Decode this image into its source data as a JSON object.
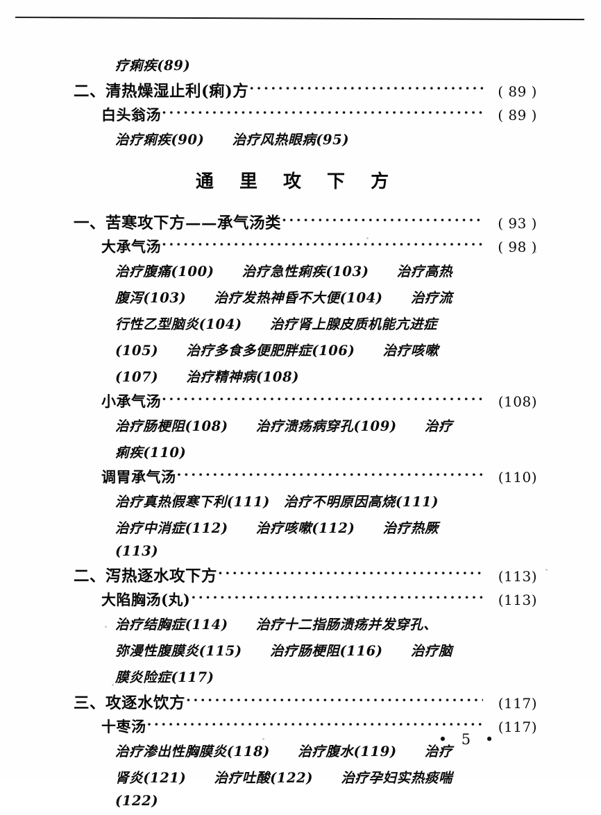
{
  "document": {
    "folio": "•  5  •",
    "chapter_title": "通 里 攻 下 方"
  },
  "toc": {
    "orphan_line": "疗痢疾(89)",
    "entries": [
      {
        "kind": "section",
        "label": "二、清热燥湿止利(痢)方",
        "page": "( 89 )"
      },
      {
        "kind": "formula",
        "label": "白头翁汤",
        "page": "( 89 )"
      },
      {
        "kind": "details",
        "lines": [
          "治疗痢疾(90)　　治疗风热眼病(95)"
        ]
      },
      {
        "kind": "chapter",
        "label": "通 里 攻 下 方"
      },
      {
        "kind": "section",
        "label": "一、苦寒攻下方——承气汤类",
        "page": "( 93 )"
      },
      {
        "kind": "formula",
        "label": "大承气汤",
        "page": "( 98 )"
      },
      {
        "kind": "details",
        "lines": [
          "治疗腹痛(100)　　治疗急性痢疾(103)　　治疗高热",
          "腹泻(103)　　治疗发热神昏不大便(104)　　治疗流",
          "行性乙型脑炎(104)　　治疗肾上腺皮质机能亢进症",
          "(105)　　治疗多食多便肥胖症(106)　　治疗咳嗽",
          "(107)　　治疗精神病(108)"
        ]
      },
      {
        "kind": "formula",
        "label": "小承气汤",
        "page": "(108)"
      },
      {
        "kind": "details",
        "lines": [
          "治疗肠梗阻(108)　　治疗溃疡病穿孔(109)　　治疗",
          "痢疾(110)"
        ]
      },
      {
        "kind": "formula",
        "label": "调胃承气汤",
        "page": "(110)"
      },
      {
        "kind": "details",
        "lines": [
          "治疗真热假寒下利(111)　治疗不明原因高烧(111)",
          "治疗中消症(112)　　治疗咳嗽(112)　　治疗热厥",
          "(113)"
        ]
      },
      {
        "kind": "section",
        "label": "二、泻热逐水攻下方",
        "page": "(113)"
      },
      {
        "kind": "formula",
        "label": "大陷胸汤(丸)",
        "page": "(113)"
      },
      {
        "kind": "details",
        "lines": [
          "治疗结胸症(114)　　治疗十二指肠溃疡并发穿孔、",
          "弥漫性腹膜炎(115)　　治疗肠梗阻(116)　　治疗脑",
          "膜炎险症(117)"
        ]
      },
      {
        "kind": "section",
        "label": "三、攻逐水饮方",
        "page": "(117)"
      },
      {
        "kind": "formula",
        "label": "十枣汤",
        "page": "(117)"
      },
      {
        "kind": "details",
        "lines": [
          "治疗渗出性胸膜炎(118)　　治疗腹水(119)　　治疗",
          "肾炎(121)　　治疗吐酸(122)　　治疗孕妇实热痰喘",
          "(122)"
        ]
      }
    ]
  }
}
